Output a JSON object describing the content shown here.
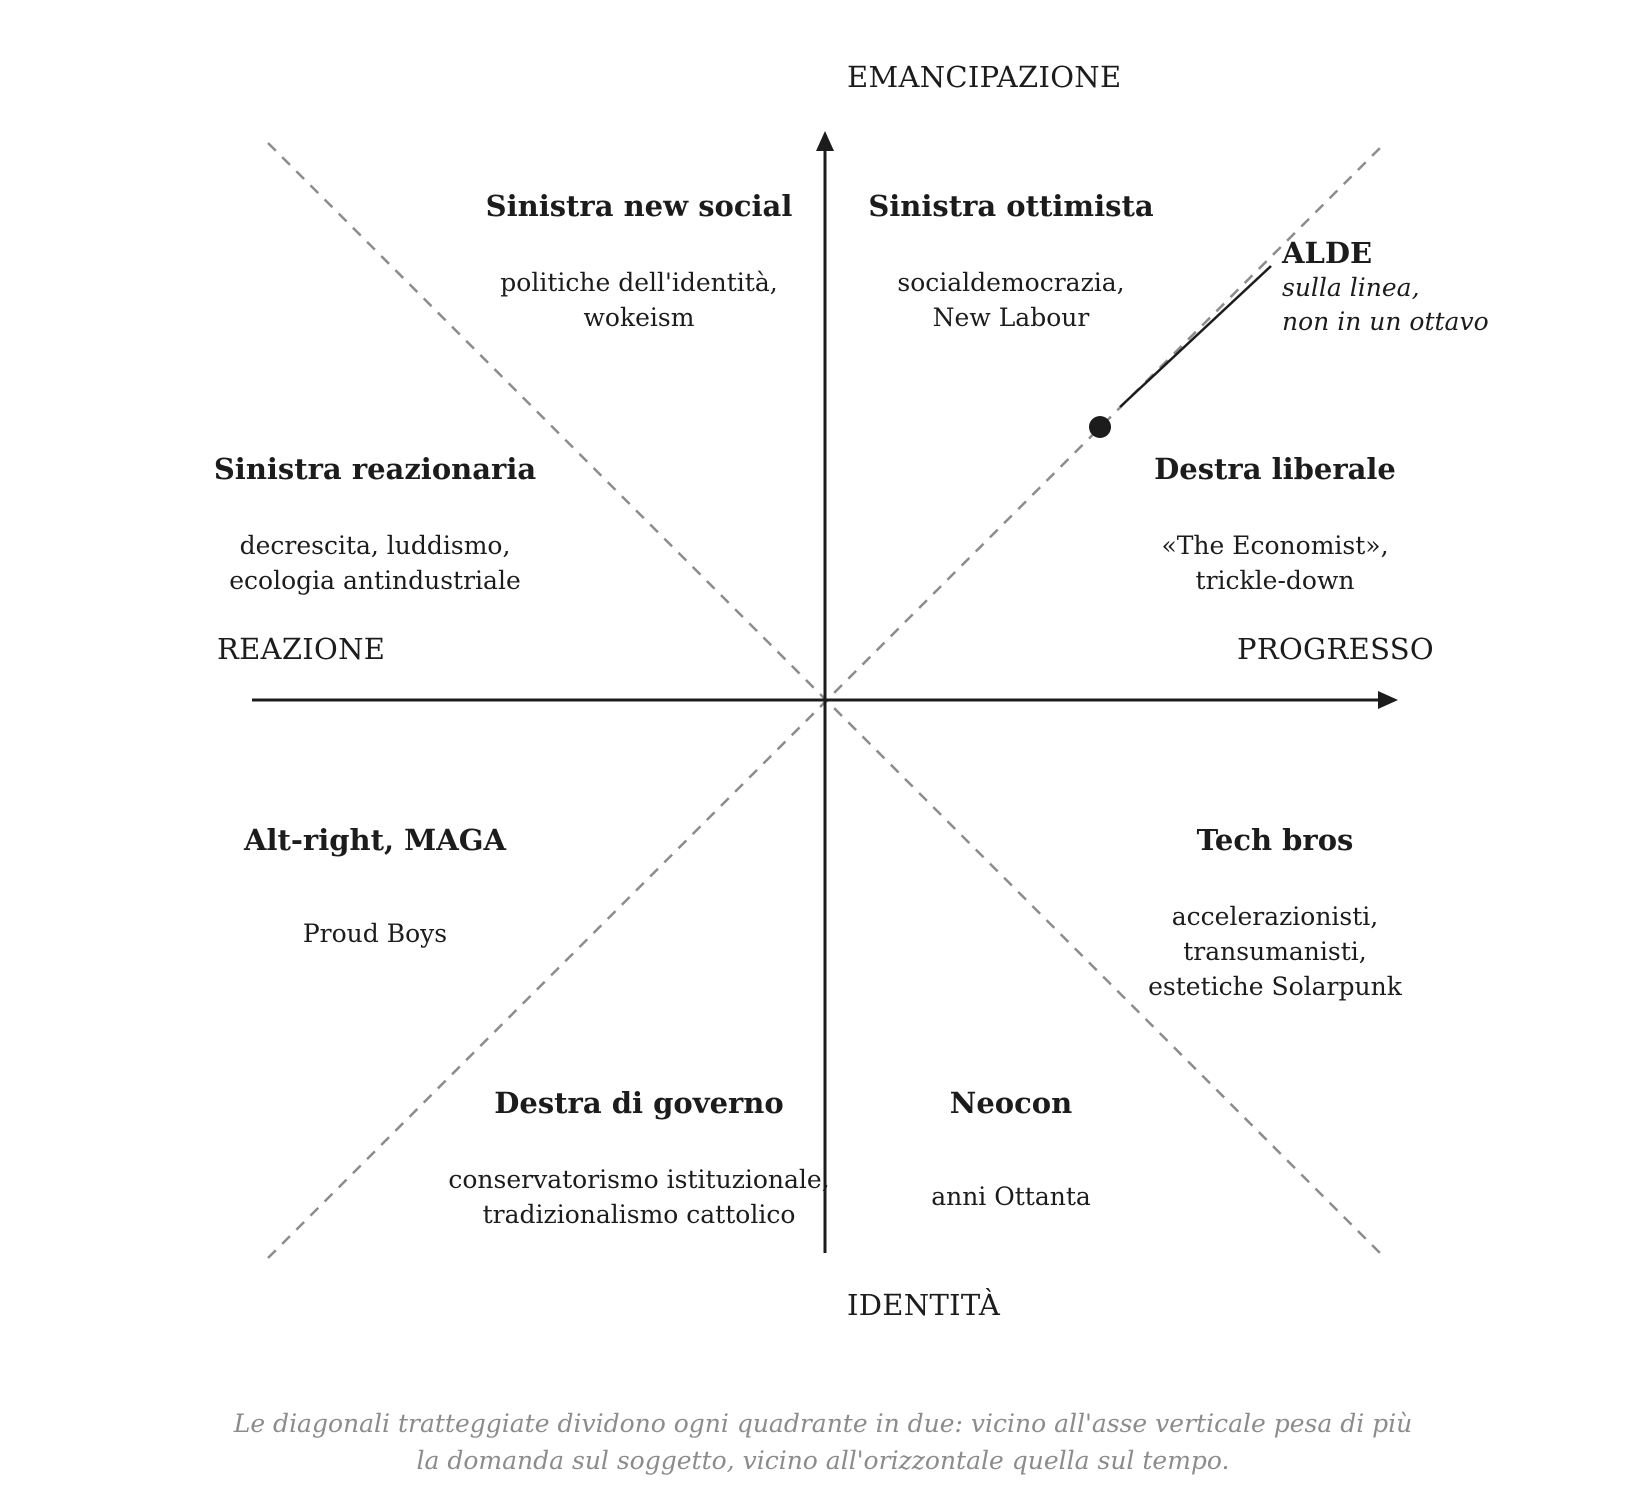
{
  "axes": {
    "top": "EMANCIPAZIONE",
    "bottom": "IDENTITÀ",
    "left": "REAZIONE",
    "right": "PROGRESSO"
  },
  "octants": [
    {
      "id": "sinistra-new-social",
      "title": "Sinistra new social",
      "description": "politiche dell'identità,\nwokeism"
    },
    {
      "id": "sinistra-ottimista",
      "title": "Sinistra ottimista",
      "description": "socialdemocrazia,\nNew Labour"
    },
    {
      "id": "sinistra-reazionaria",
      "title": "Sinistra reazionaria",
      "description": "decrescita, luddismo,\necologia antindustriale"
    },
    {
      "id": "destra-liberale",
      "title": "Destra liberale",
      "description": "«The Economist»,\ntrickle-down"
    },
    {
      "id": "alt-right",
      "title": "Alt-right, MAGA",
      "description": "Proud Boys"
    },
    {
      "id": "tech-bros",
      "title": "Tech bros",
      "description": "accelerazionisti, transumanisti,\nestetiche Solarpunk"
    },
    {
      "id": "destra-di-governo",
      "title": "Destra di governo",
      "description": "conservatorismo istituzionale,\ntradizionalismo cattolico"
    },
    {
      "id": "neocon",
      "title": "Neocon",
      "description": "anni Ottanta"
    }
  ],
  "marker": {
    "title": "ALDE",
    "note": "sulla linea,\nnon in un ottavo"
  },
  "caption": "Le diagonali tratteggiate dividono ogni quadrante in due: vicino all'asse verticale pesa di più\nla domanda sul soggetto, vicino all'orizzontale quella sul tempo.",
  "colors": {
    "ink": "#1c1c1c",
    "dashed": "#8c8c8c",
    "caption": "#8c8c8c"
  }
}
